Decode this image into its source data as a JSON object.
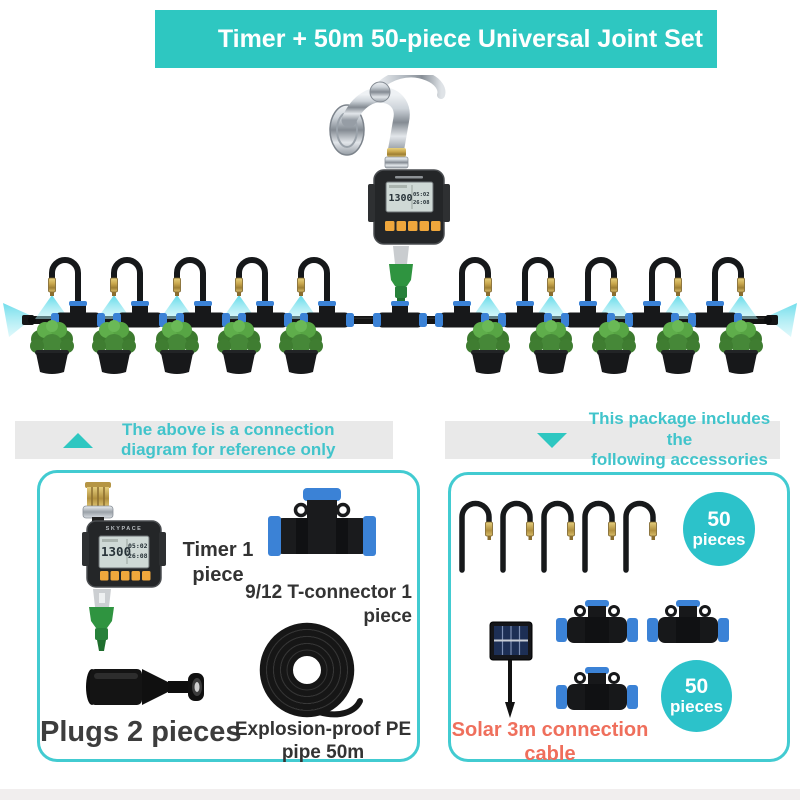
{
  "title_banner": {
    "text": "Timer + 50m 50-piece Universal Joint Set"
  },
  "section_banners": {
    "reference": {
      "line1": "The above is a connection",
      "line2": "diagram for reference only"
    },
    "package": {
      "line1": "This package includes the",
      "line2": "following accessories"
    }
  },
  "timer_device": {
    "brand": "SKYPACE",
    "lcd_main": "1300",
    "lcd_top": "05:02",
    "lcd_bottom": "26:08"
  },
  "package_box": {
    "timer_label": "Timer 1 piece",
    "t_connector_label": "9/12 T-connector 1 piece",
    "plugs_label": "Plugs 2 pieces",
    "pe_pipe_label": "Explosion-proof PE pipe 50m"
  },
  "accessories_box": {
    "hooks_badge": {
      "count": "50",
      "unit": "pieces"
    },
    "tees_badge": {
      "count": "50",
      "unit": "pieces"
    },
    "solar_label": "Solar 3m connection cable"
  },
  "colors": {
    "banner_teal": "#2ec7c1",
    "badge_teal": "#2cc2ca",
    "note_text_teal": "#41c4cb",
    "note_bg_gray": "#e9e9e9",
    "solar_label_salmon": "#ef6f5c",
    "connector_blue": "#3b82d6",
    "mist_cyan": "#59d8e8"
  }
}
